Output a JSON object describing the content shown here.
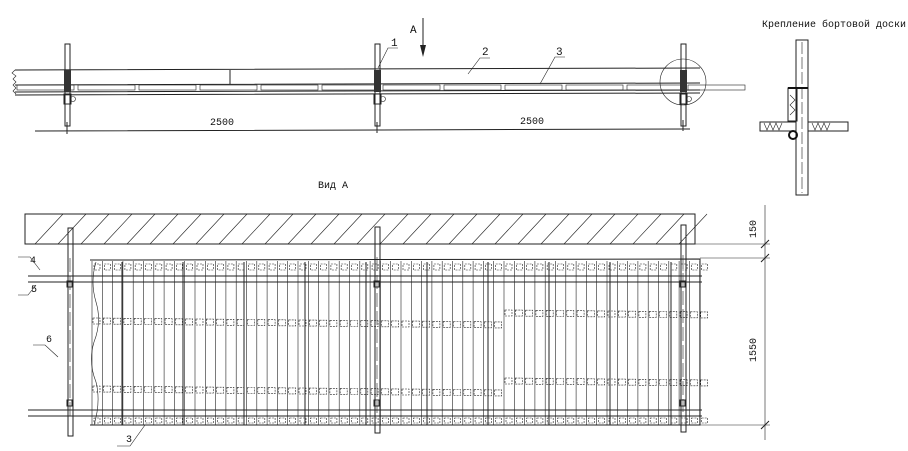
{
  "top_view": {
    "section_mark": "А",
    "callouts": [
      "1",
      "2",
      "3"
    ],
    "dimensions": [
      "2500",
      "2500"
    ]
  },
  "detail": {
    "title": "Крепление бортовой доски"
  },
  "view_a": {
    "title": "Вид А",
    "callouts": [
      "4",
      "5",
      "6",
      "3"
    ],
    "dimensions": [
      "150",
      "1550"
    ]
  },
  "colors": {
    "line": "#222222",
    "background": "#ffffff"
  }
}
